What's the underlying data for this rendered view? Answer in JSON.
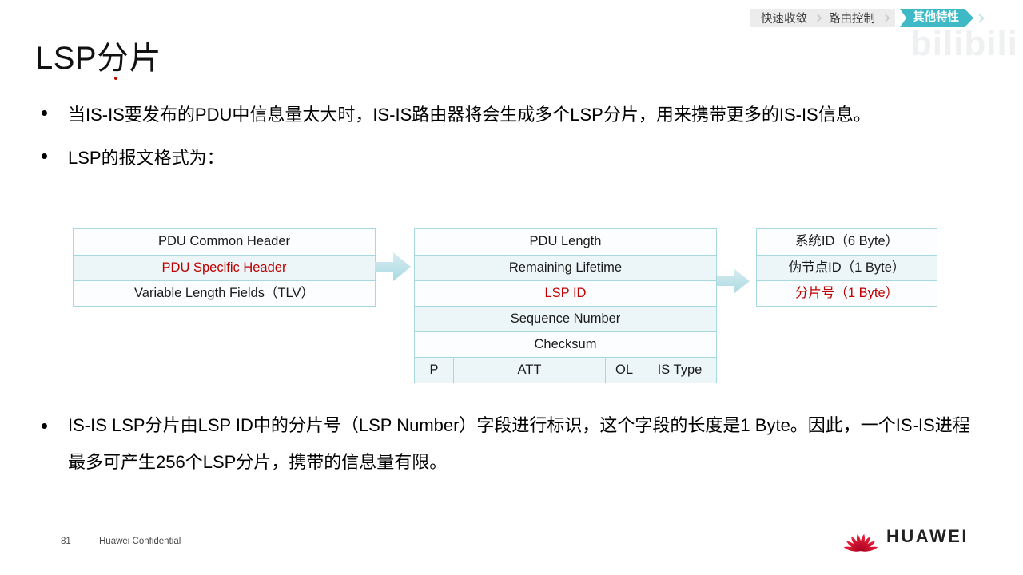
{
  "tab_bar": {
    "items": [
      {
        "label": "快速收敛",
        "active": false
      },
      {
        "label": "路由控制",
        "active": false
      },
      {
        "label": "其他特性",
        "active": true
      }
    ],
    "active_bg": "#3FB9C5",
    "inactive_bg": "#ECECEC",
    "active_text": "#FFFFFF",
    "inactive_text": "#3D3D3D"
  },
  "watermark": {
    "text": "bilibili"
  },
  "title": {
    "text": "LSP分片"
  },
  "bullets": {
    "b1": "当IS-IS要发布的PDU中信息量太大时，IS-IS路由器将会生成多个LSP分片，用来携带更多的IS-IS信息。",
    "b2": "LSP的报文格式为：",
    "b3": "IS-IS LSP分片由LSP ID中的分片号（LSP Number）字段进行标识，这个字段的长度是1 Byte。因此，一个IS-IS进程最多可产生256个LSP分片，携带的信息量有限。"
  },
  "diagram": {
    "colors": {
      "border": "#A6D8DE",
      "row_tint": "#ECF6F8",
      "row_plain": "#FBFDFE",
      "red_text": "#C00000",
      "arrow_fill": "#BFE2E9"
    },
    "table1": {
      "rows": [
        "PDU Common Header",
        "PDU Specific Header",
        "Variable Length Fields（TLV）"
      ],
      "red_row_index": 1
    },
    "table2": {
      "rows": [
        "PDU Length",
        "Remaining Lifetime",
        "LSP ID",
        "Sequence Number",
        "Checksum"
      ],
      "red_row_index": 2,
      "flag_row": [
        "P",
        "ATT",
        "OL",
        "IS Type"
      ]
    },
    "table3": {
      "rows": [
        "系统ID（6 Byte）",
        "伪节点ID（1 Byte）",
        "分片号（1 Byte）"
      ],
      "red_row_index": 2
    }
  },
  "footer": {
    "page_number": "81",
    "confidential": "Huawei Confidential",
    "brand": "HUAWEI",
    "brand_red": "#CE0E2D"
  }
}
